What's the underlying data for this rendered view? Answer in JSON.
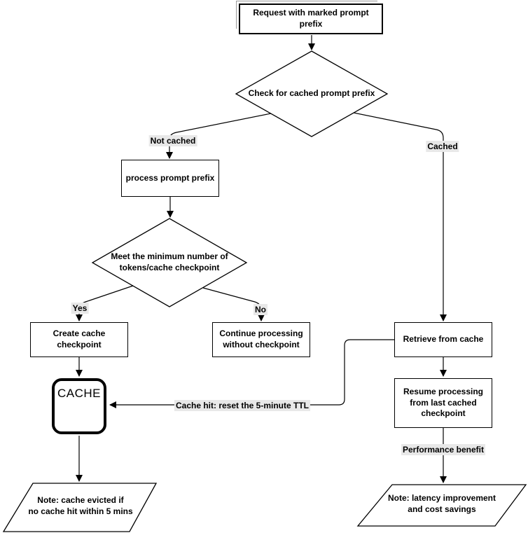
{
  "diagram": {
    "nodes": {
      "request": {
        "label": "Request with marked prompt prefix"
      },
      "check_cached": {
        "label": "Check for cached prompt prefix"
      },
      "process_prefix": {
        "label": "process prompt prefix"
      },
      "min_tokens": {
        "label": "Meet the minimum number of\ntokens/cache checkpoint"
      },
      "create_checkpoint": {
        "label": "Create cache\ncheckpoint"
      },
      "continue_processing": {
        "label": "Continue processing\nwithout checkpoint"
      },
      "cache": {
        "label": "CACHE"
      },
      "retrieve": {
        "label": "Retrieve from cache"
      },
      "resume": {
        "label": "Resume processing\nfrom last cached\ncheckpoint"
      },
      "note_evicted": {
        "label": "Note: cache evicted if\nno cache hit within 5 mins"
      },
      "note_latency": {
        "label": "Note: latency improvement\nand cost savings"
      }
    },
    "edge_labels": {
      "not_cached": "Not cached",
      "cached": "Cached",
      "yes": "Yes",
      "no": "No",
      "cache_hit": "Cache hit: reset the 5-minute TTL",
      "performance": "Performance benefit"
    },
    "colors": {
      "stroke": "#000000",
      "node_fill": "#ffffff",
      "edge_label_bg": "#e8e8e8",
      "start_outline": "#999999"
    }
  }
}
